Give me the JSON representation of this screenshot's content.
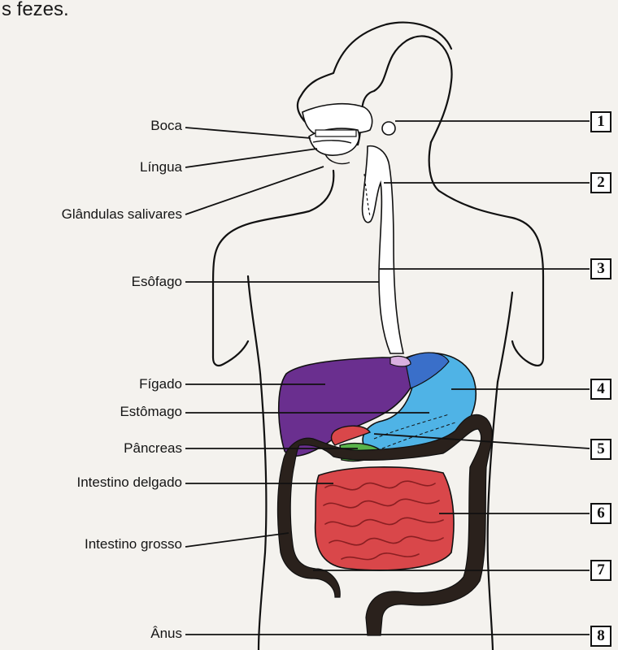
{
  "top_text": "s fezes.",
  "labels": {
    "boca": "Boca",
    "lingua": "Língua",
    "glandulas": "Glândulas salivares",
    "esofago": "Esôfago",
    "figado": "Fígado",
    "estomago": "Estômago",
    "pancreas": "Pâncreas",
    "intestino_delgado": "Intestino delgado",
    "intestino_grosso": "Intestino grosso",
    "anus": "Ânus"
  },
  "numbers": [
    "1",
    "2",
    "3",
    "4",
    "5",
    "6",
    "7",
    "8"
  ],
  "colors": {
    "liver": "#6a2f8f",
    "stomach": "#4fb3e6",
    "stomach_dark": "#3a6fc9",
    "pancreas": "#59b34a",
    "small_intestine": "#d9474a",
    "large_intestine": "#2a211c"
  }
}
